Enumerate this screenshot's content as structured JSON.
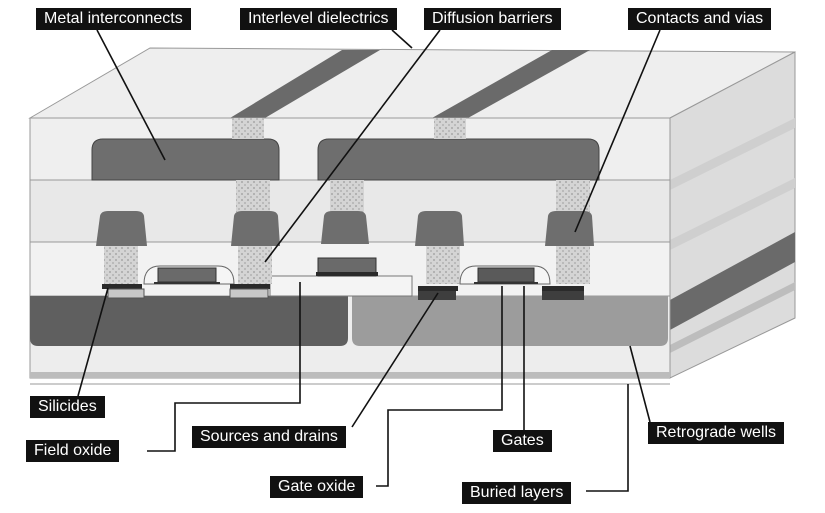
{
  "labels": {
    "metal_interconnects": "Metal interconnects",
    "interlevel_dielectrics": "Interlevel dielectrics",
    "diffusion_barriers": "Diffusion barriers",
    "contacts_and_vias": "Contacts and vias",
    "silicides": "Silicides",
    "field_oxide": "Field oxide",
    "sources_and_drains": "Sources and drains",
    "gates": "Gates",
    "retrograde_wells": "Retrograde wells",
    "gate_oxide": "Gate oxide",
    "buried_layers": "Buried layers"
  },
  "colors": {
    "background": "#ffffff",
    "label_bg": "#111111",
    "label_text": "#ffffff",
    "dielectric_light": "#ececec",
    "dielectric_mid": "#e2e2e2",
    "side_face": "#d9d9d9",
    "metal_dark": "#6e6e6e",
    "metal_stripe": "#5a5a5a",
    "via_dotted": "#c8c8c8",
    "left_well": "#5f5f5f",
    "right_well": "#9a9a9a",
    "silicide": "#2a2a2a",
    "gate_dark": "#4a4a4a",
    "leader_line": "#111111"
  }
}
